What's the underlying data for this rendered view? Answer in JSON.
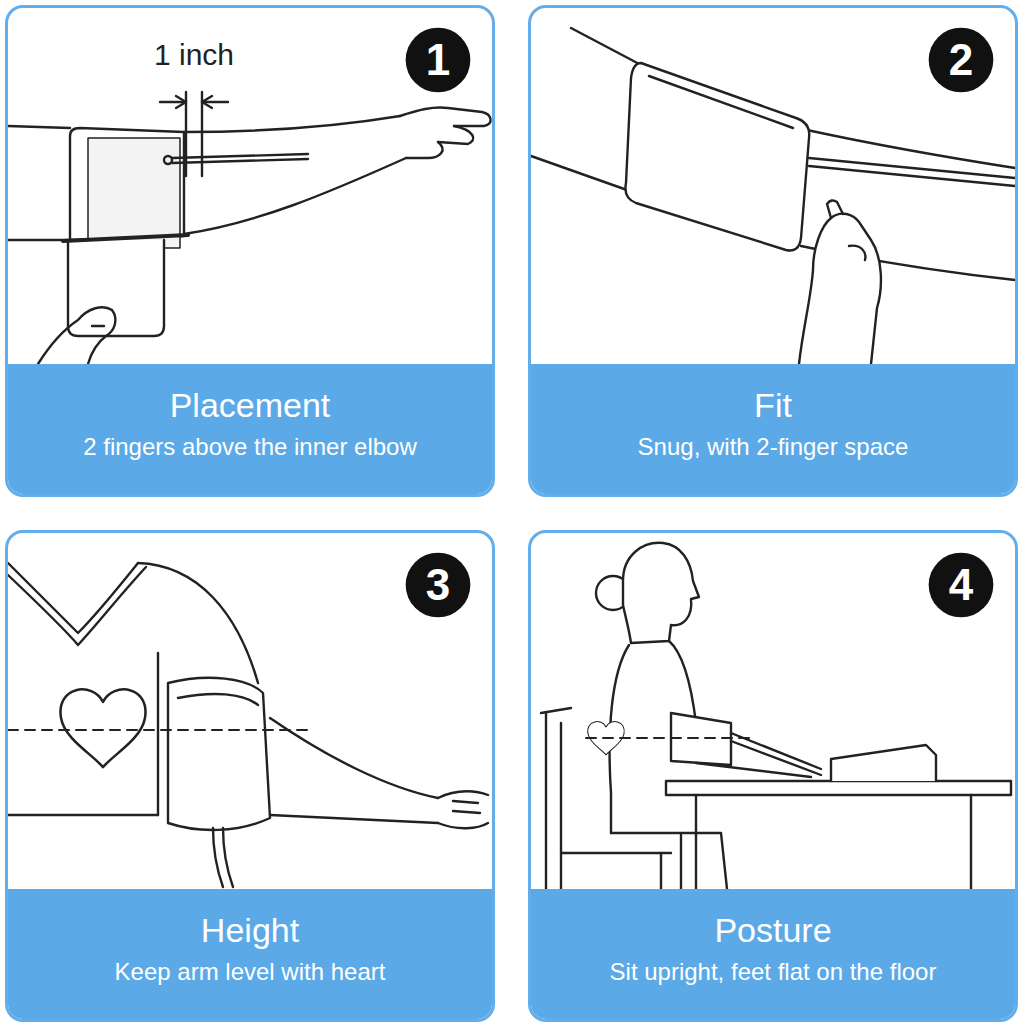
{
  "diagram": {
    "nodes": [
      {
        "text": [
          "Placement",
          "2 fingers above the inner elbow"
        ]
      },
      {
        "text": [
          "1"
        ],
        "in": 0
      },
      {
        "text": [
          "Fit",
          "Snug, with 2-finger space"
        ]
      },
      {
        "text": [
          "2"
        ],
        "in": 2
      },
      {
        "text": [
          "Height",
          "Keep arm level with heart"
        ]
      },
      {
        "text": [
          "3"
        ],
        "in": 4
      },
      {
        "text": [
          "Posture",
          "Sit upright, feet flat on the floor"
        ]
      },
      {
        "text": [
          "4"
        ],
        "in": 6
      }
    ],
    "labels": [
      "1 inch"
    ]
  }
}
